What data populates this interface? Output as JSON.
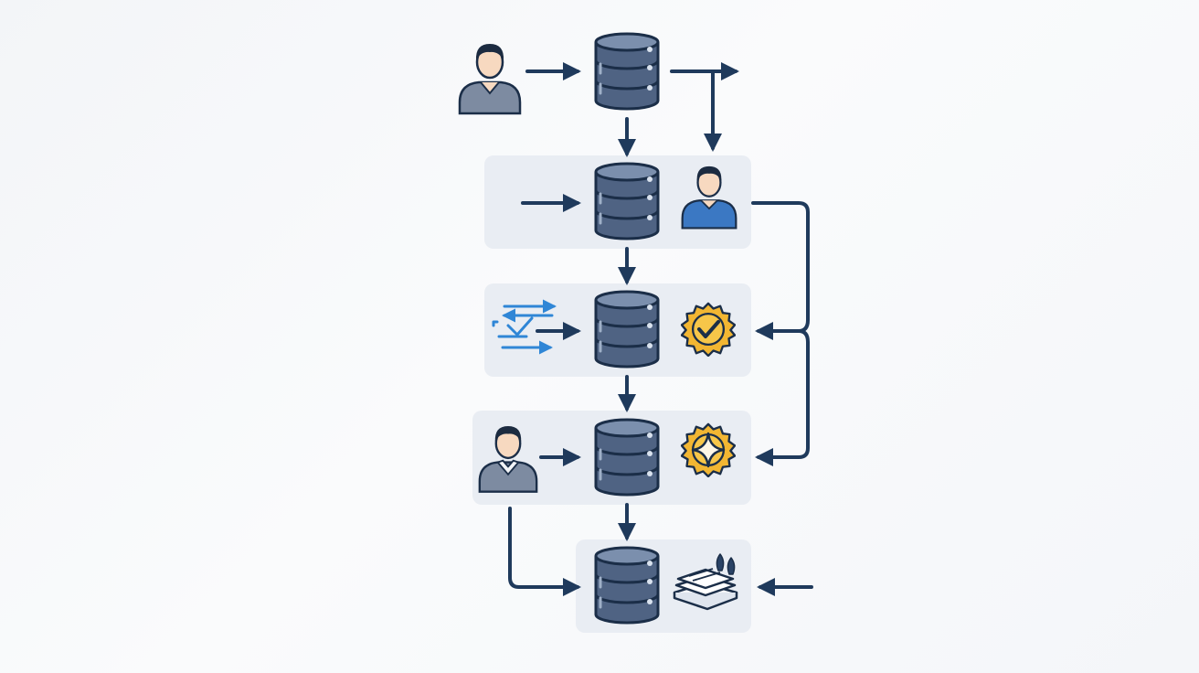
{
  "colors": {
    "background": "#f6f8fa",
    "panel": "#e9edf3",
    "arrow": "#1f3a5c",
    "database_body": "#4f6383",
    "database_top": "#7b8fad",
    "database_outline": "#1b2e48",
    "database_light": "#d9e2ee",
    "person_gray": "#7d8ba1",
    "person_blue": "#3b78c3",
    "person_skin": "#f7d9c0",
    "person_hair": "#1c2b40",
    "badge_gold": "#f2b632",
    "badge_gold_dark": "#c78a12",
    "accent_blue": "#2f86d6"
  },
  "diagram": {
    "nodes": [
      {
        "id": "user-top",
        "kind": "person",
        "variant": "gray"
      },
      {
        "id": "db-1",
        "kind": "database"
      },
      {
        "id": "db-2",
        "kind": "database"
      },
      {
        "id": "user-reviewer",
        "kind": "person",
        "variant": "blue"
      },
      {
        "id": "db-3",
        "kind": "database"
      },
      {
        "id": "sync-arrows",
        "kind": "icon",
        "icon": "sync-check-icon"
      },
      {
        "id": "badge-check",
        "kind": "icon",
        "icon": "gear-check-badge-icon"
      },
      {
        "id": "db-4",
        "kind": "database"
      },
      {
        "id": "user-bottom",
        "kind": "person",
        "variant": "gray"
      },
      {
        "id": "badge-star",
        "kind": "icon",
        "icon": "gear-star-badge-icon"
      },
      {
        "id": "db-5",
        "kind": "database"
      },
      {
        "id": "doc-stack",
        "kind": "icon",
        "icon": "document-stack-icon"
      }
    ],
    "edges": [
      {
        "from": "user-top",
        "to": "db-1"
      },
      {
        "from": "db-1",
        "to": "outside"
      },
      {
        "from": "db-1",
        "to": "db-2"
      },
      {
        "from": "db-1",
        "to": "user-reviewer"
      },
      {
        "from": "outside",
        "to": "db-2"
      },
      {
        "from": "db-2",
        "to": "db-3"
      },
      {
        "from": "sync-arrows",
        "to": "db-3"
      },
      {
        "from": "user-reviewer",
        "to": "badge-check"
      },
      {
        "from": "user-reviewer",
        "to": "badge-star"
      },
      {
        "from": "db-3",
        "to": "db-4"
      },
      {
        "from": "user-bottom",
        "to": "db-4"
      },
      {
        "from": "db-4",
        "to": "db-5"
      },
      {
        "from": "user-bottom",
        "to": "db-5"
      },
      {
        "from": "outside",
        "to": "db-5"
      }
    ]
  }
}
